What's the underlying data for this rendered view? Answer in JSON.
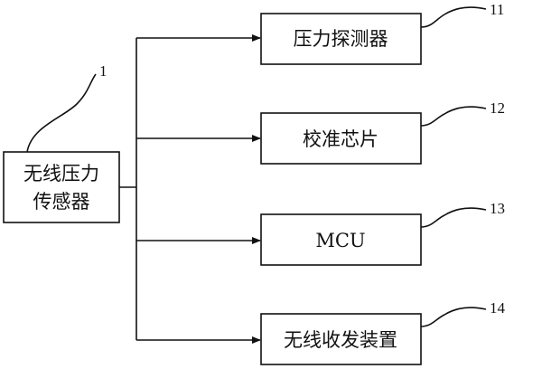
{
  "main_block": {
    "line1": "无线压力",
    "line2": "传感器",
    "ref": "1"
  },
  "sub_blocks": [
    {
      "label": "压力探测器",
      "ref": "11"
    },
    {
      "label": "校准芯片",
      "ref": "12"
    },
    {
      "label": "MCU",
      "ref": "13"
    },
    {
      "label": "无线收发装置",
      "ref": "14"
    }
  ]
}
